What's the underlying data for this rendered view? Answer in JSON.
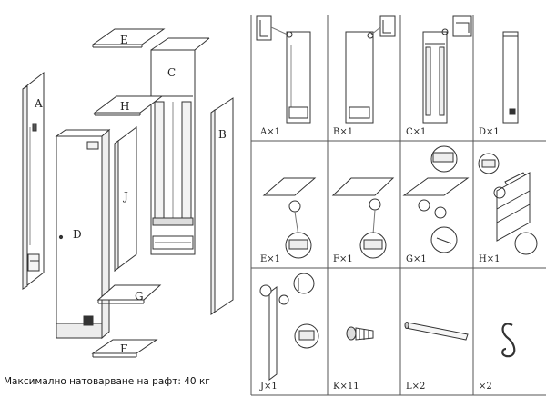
{
  "note": "Максимално натоварване на рафт: 40 кг",
  "exploded_labels": {
    "A": "A",
    "B": "B",
    "C": "C",
    "D": "D",
    "E": "E",
    "F": "F",
    "G": "G",
    "H": "H",
    "J": "J"
  },
  "parts": [
    {
      "caption": "A×1"
    },
    {
      "caption": "B×1"
    },
    {
      "caption": "C×1"
    },
    {
      "caption": "D×1"
    },
    {
      "caption": "E×1"
    },
    {
      "caption": "F×1"
    },
    {
      "caption": "G×1"
    },
    {
      "caption": "H×1"
    },
    {
      "caption": "J×1"
    },
    {
      "caption": "K×11"
    },
    {
      "caption": "L×2"
    },
    {
      "caption": "×2"
    }
  ]
}
